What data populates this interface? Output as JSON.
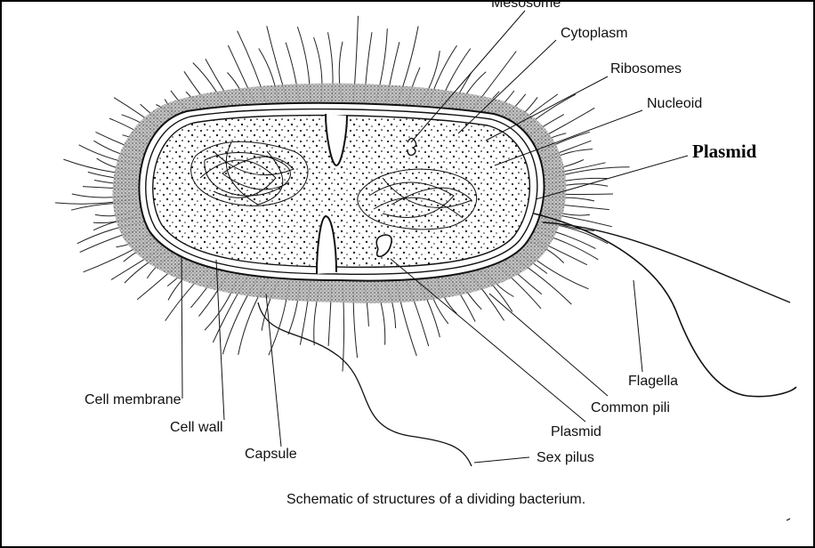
{
  "labels": {
    "mesosome": "Mesosome",
    "cytoplasm": "Cytoplasm",
    "ribosomes": "Ribosomes",
    "nucleoid": "Nucleoid",
    "plasmid_bold": "Plasmid",
    "flagella": "Flagella",
    "common_pili": "Common pili",
    "plasmid": "Plasmid",
    "sex_pilus": "Sex pilus",
    "cell_membrane": "Cell membrane",
    "cell_wall": "Cell wall",
    "capsule": "Capsule"
  },
  "caption": "Schematic of structures of a dividing bacterium."
}
